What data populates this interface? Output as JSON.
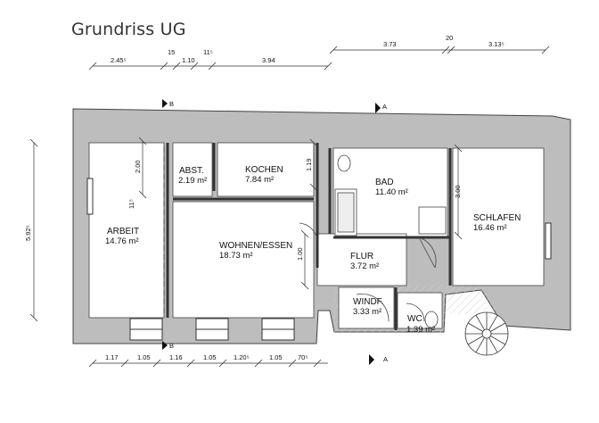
{
  "title": "Grundriss UG",
  "dimensions": {
    "top_left": [
      "2.45⁵",
      "15",
      "1.10",
      "11⁵",
      "3.94"
    ],
    "top_right": [
      "3.73",
      "20",
      "3.13⁵"
    ],
    "bottom": [
      "1.17",
      "1.05",
      "1.16",
      "1.05",
      "1.20⁵",
      "1.05",
      "70⁵"
    ],
    "left_total": "5.92⁵",
    "inner": {
      "arbeit_top": "2.00",
      "arbeit_mid": "11⁵",
      "kochen_side": "1.19",
      "bad_side": "3.00",
      "wohnen_side": "1.00"
    }
  },
  "rooms": [
    {
      "name": "ABST.",
      "area": "2.19 m²"
    },
    {
      "name": "KOCHEN",
      "area": "7.84 m²"
    },
    {
      "name": "BAD",
      "area": "11.40 m²"
    },
    {
      "name": "ARBEIT",
      "area": "14.76 m²"
    },
    {
      "name": "WOHNEN/ESSEN",
      "area": "18.73 m²"
    },
    {
      "name": "SCHLAFEN",
      "area": "16.46 m²"
    },
    {
      "name": "FLUR",
      "area": "3.72 m²"
    },
    {
      "name": "WINDF.",
      "area": "3.33 m²"
    },
    {
      "name": "WC",
      "area": "1.39 m²"
    }
  ],
  "section_markers": {
    "b": "B",
    "a": "A"
  }
}
